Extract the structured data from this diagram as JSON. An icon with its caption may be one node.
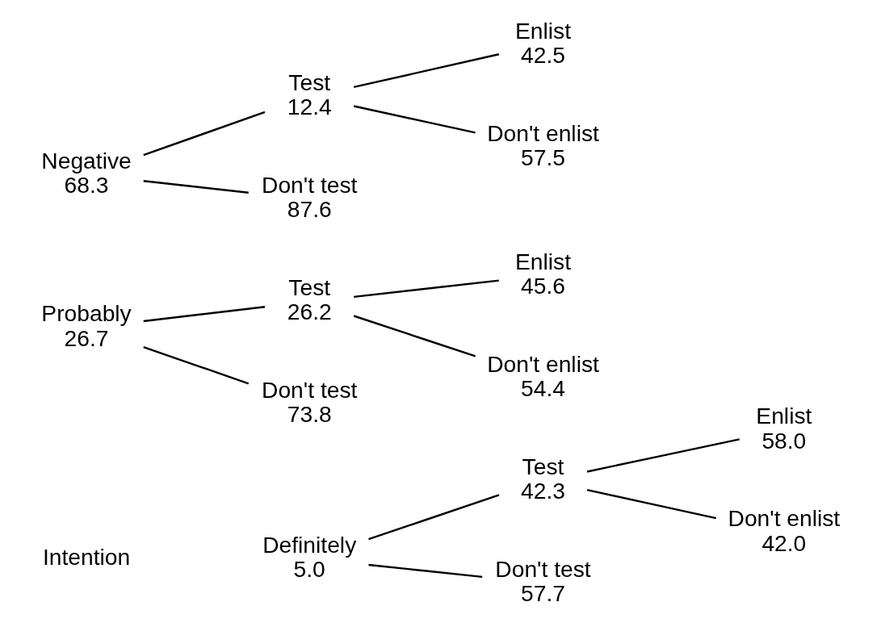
{
  "diagram": {
    "nodes": [
      {
        "text": [
          "Definitely",
          "5.0"
        ]
      },
      {
        "text": [
          "Test",
          "42.3"
        ]
      },
      {
        "text": [
          "Don't test",
          "57.7"
        ]
      },
      {
        "text": [
          "Enlist",
          "58.0"
        ]
      },
      {
        "text": [
          "Don't enlist",
          "42.0"
        ]
      },
      {
        "text": [
          "Probably",
          "26.7"
        ]
      },
      {
        "text": [
          "Test",
          "26.2"
        ]
      },
      {
        "text": [
          "Don't test",
          "73.8"
        ]
      },
      {
        "text": [
          "Enlist",
          "45.6"
        ]
      },
      {
        "text": [
          "Don't enlist",
          "54.4"
        ]
      },
      {
        "text": [
          "Negative",
          "68.3"
        ]
      },
      {
        "text": [
          "Test",
          "12.4"
        ]
      },
      {
        "text": [
          "Don't test",
          "87.6"
        ]
      },
      {
        "text": [
          "Enlist",
          "42.5"
        ]
      },
      {
        "text": [
          "Don't enlist",
          "57.5"
        ]
      }
    ],
    "edges": [
      {
        "from": 0,
        "to": 1,
        "arrow": "none"
      },
      {
        "from": 0,
        "to": 2,
        "arrow": "none"
      },
      {
        "from": 1,
        "to": 3,
        "arrow": "none"
      },
      {
        "from": 1,
        "to": 4,
        "arrow": "none"
      },
      {
        "from": 5,
        "to": 6,
        "arrow": "none"
      },
      {
        "from": 5,
        "to": 7,
        "arrow": "none"
      },
      {
        "from": 6,
        "to": 8,
        "arrow": "none"
      },
      {
        "from": 6,
        "to": 9,
        "arrow": "none"
      },
      {
        "from": 10,
        "to": 11,
        "arrow": "none"
      },
      {
        "from": 10,
        "to": 12,
        "arrow": "none"
      },
      {
        "from": 11,
        "to": 13,
        "arrow": "none"
      },
      {
        "from": 11,
        "to": 14,
        "arrow": "none"
      }
    ],
    "labels": [
      "Intention"
    ]
  }
}
